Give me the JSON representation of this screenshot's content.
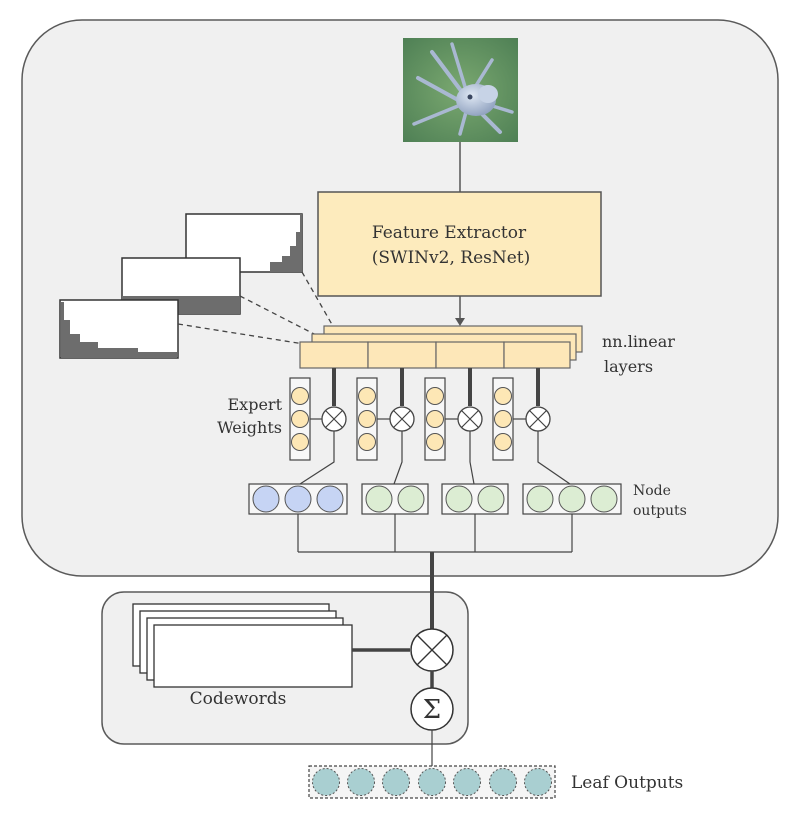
{
  "feature_extractor": {
    "line1": "Feature Extractor",
    "line2": "(SWINv2, ResNet)"
  },
  "labels": {
    "linear_line1": "nn.linear",
    "linear_line2": "layers",
    "expert_line1": "Expert",
    "expert_line2": "Weights",
    "node_line1": "Node",
    "node_line2": "outputs",
    "codewords": "Codewords",
    "leaf_outputs": "Leaf Outputs"
  },
  "symbols": {
    "multiply": "⊗",
    "sum": "Σ"
  },
  "input_image": {
    "subject": "octopus photograph"
  },
  "colors": {
    "panel_fill": "#f0f0f0",
    "extractor_fill": "#fdebbd",
    "expert_circle": "#fde7b5",
    "node_blue": "#c6d4f4",
    "node_green": "#dcedd3",
    "leaf_teal": "#a9cfd1"
  },
  "node_groups": [
    {
      "color": "blue",
      "count": 3
    },
    {
      "color": "green",
      "count": 2
    },
    {
      "color": "green",
      "count": 2
    },
    {
      "color": "green",
      "count": 3
    }
  ],
  "expert_columns": 4,
  "expert_circles_per_column": 3,
  "leaf_count": 7
}
